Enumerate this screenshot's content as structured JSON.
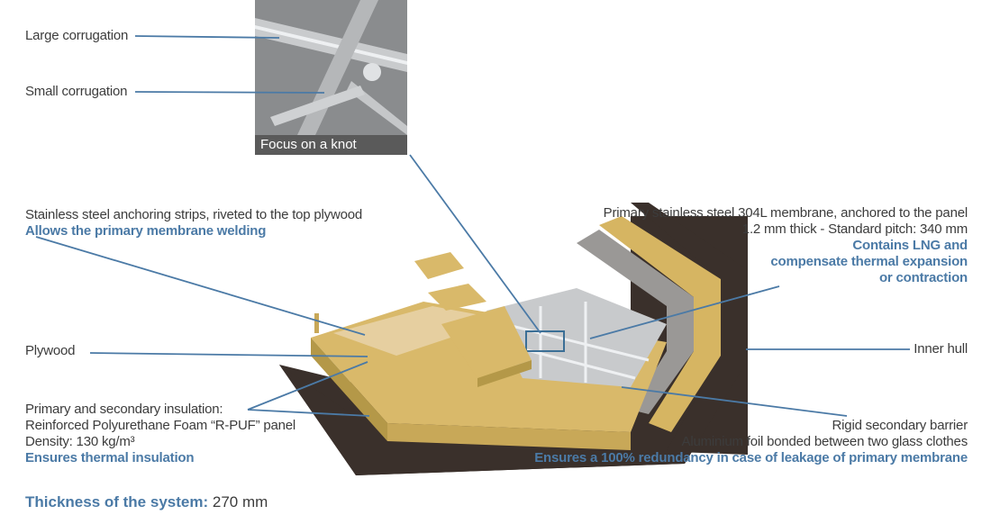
{
  "inset": {
    "large_corrugation": "Large corrugation",
    "small_corrugation": "Small corrugation",
    "caption": "Focus on a knot"
  },
  "anchoring": {
    "text": "Stainless steel anchoring strips, riveted to the top plywood",
    "role": "Allows the primary membrane welding"
  },
  "plywood": {
    "text": "Plywood"
  },
  "insulation": {
    "line1": "Primary and secondary insulation:",
    "line2": "Reinforced Polyurethane Foam “R-PUF” panel",
    "line3": "Density: 130 kg/m³",
    "role": "Ensures thermal insulation"
  },
  "membrane": {
    "line1": "Primary stainless steel 304L membrane, anchored to the panel",
    "line2": "1.2 mm thick - Standard pitch: 340 mm",
    "role1": "Contains LNG and",
    "role2": "compensate thermal expansion",
    "role3": "or contraction"
  },
  "inner_hull": {
    "text": "Inner hull"
  },
  "secondary_barrier": {
    "line1": "Rigid secondary barrier",
    "line2": "Aluminium foil bonded between two glass clothes",
    "role": "Ensures a 100% redundancy in case of leakage of primary membrane"
  },
  "thickness": {
    "label": "Thickness of the system:",
    "value": "270 mm"
  },
  "colors": {
    "accent": "#4b7aa6",
    "insulation": "#d9b96a",
    "hull": "#3a302b"
  }
}
